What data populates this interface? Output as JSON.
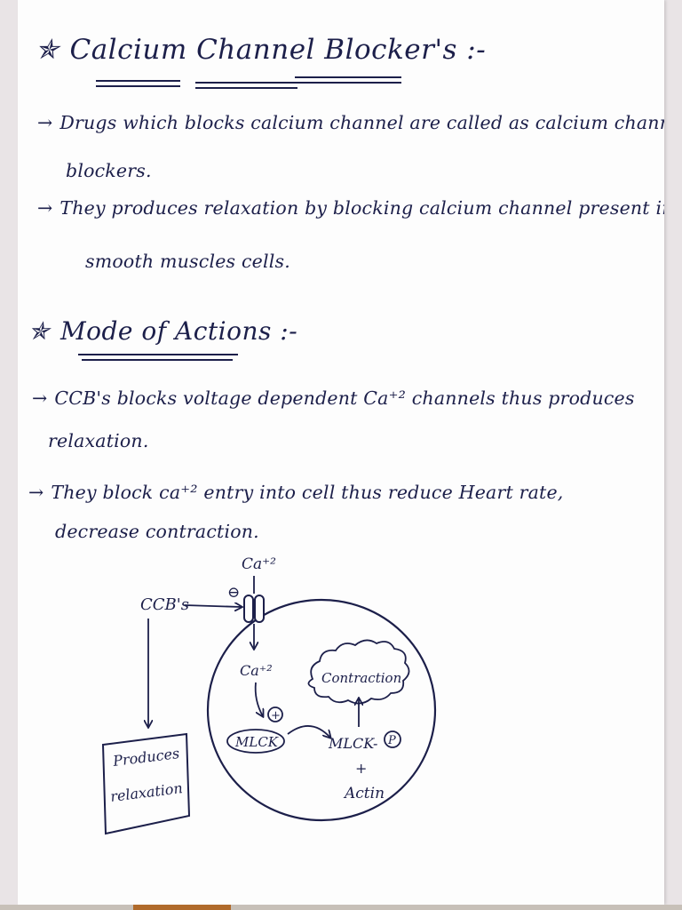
{
  "heading1": {
    "star": "✯",
    "text": "Calcium Channel Blocker's :-"
  },
  "section1": {
    "lines": [
      {
        "arrow": "→",
        "text": "Drugs which blocks calcium channel are called as calcium channel"
      },
      {
        "arrow": "",
        "text": "blockers."
      },
      {
        "arrow": "→",
        "text": "They produces relaxation by blocking calcium channel present in"
      },
      {
        "arrow": "",
        "text": "smooth muscles cells."
      }
    ]
  },
  "heading2": {
    "star": "✯",
    "text": "Mode of Actions :-"
  },
  "section2": {
    "lines": [
      {
        "arrow": "→",
        "text": "CCB's blocks voltage dependent Ca⁺² channels thus produces"
      },
      {
        "arrow": "",
        "text": "relaxation."
      },
      {
        "arrow": "→",
        "text": "They block ca⁺² entry into cell thus reduce Heart rate,"
      },
      {
        "arrow": "",
        "text": "decrease contraction."
      }
    ]
  },
  "diagram": {
    "ccbs_label": "CCB's",
    "inhibit_sign": "⊖",
    "ca_outside": "Ca⁺²",
    "ca_inside": "Ca⁺²",
    "plus_sign": "+",
    "mlck": "MLCK",
    "mlck_p": "MLCK-",
    "p_label": "P",
    "plus_between": "+",
    "actin": "Actin",
    "contraction": "Contraction",
    "produces": "Produces",
    "relaxation": "relaxation"
  }
}
